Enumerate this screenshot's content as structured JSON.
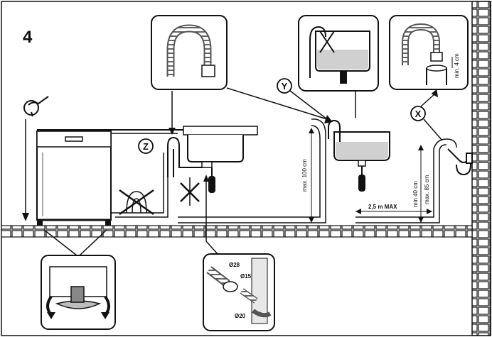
{
  "step_number": "4",
  "labels": {
    "z": "Z",
    "y": "Y",
    "x": "X"
  },
  "dimensions": {
    "max_100": "max. 100 cm",
    "max_85": "max. 85 cm",
    "min_40": "min 40 cm",
    "min_4": "min. 4 cm",
    "length_max": "2,5 m MAX",
    "d28": "Ø28",
    "d15": "Ø15",
    "d20": "Ø20"
  },
  "colors": {
    "line": "#111111",
    "panel_fill": "#f2f2f2",
    "water": "#cfcfcf",
    "hose": "#555555"
  }
}
